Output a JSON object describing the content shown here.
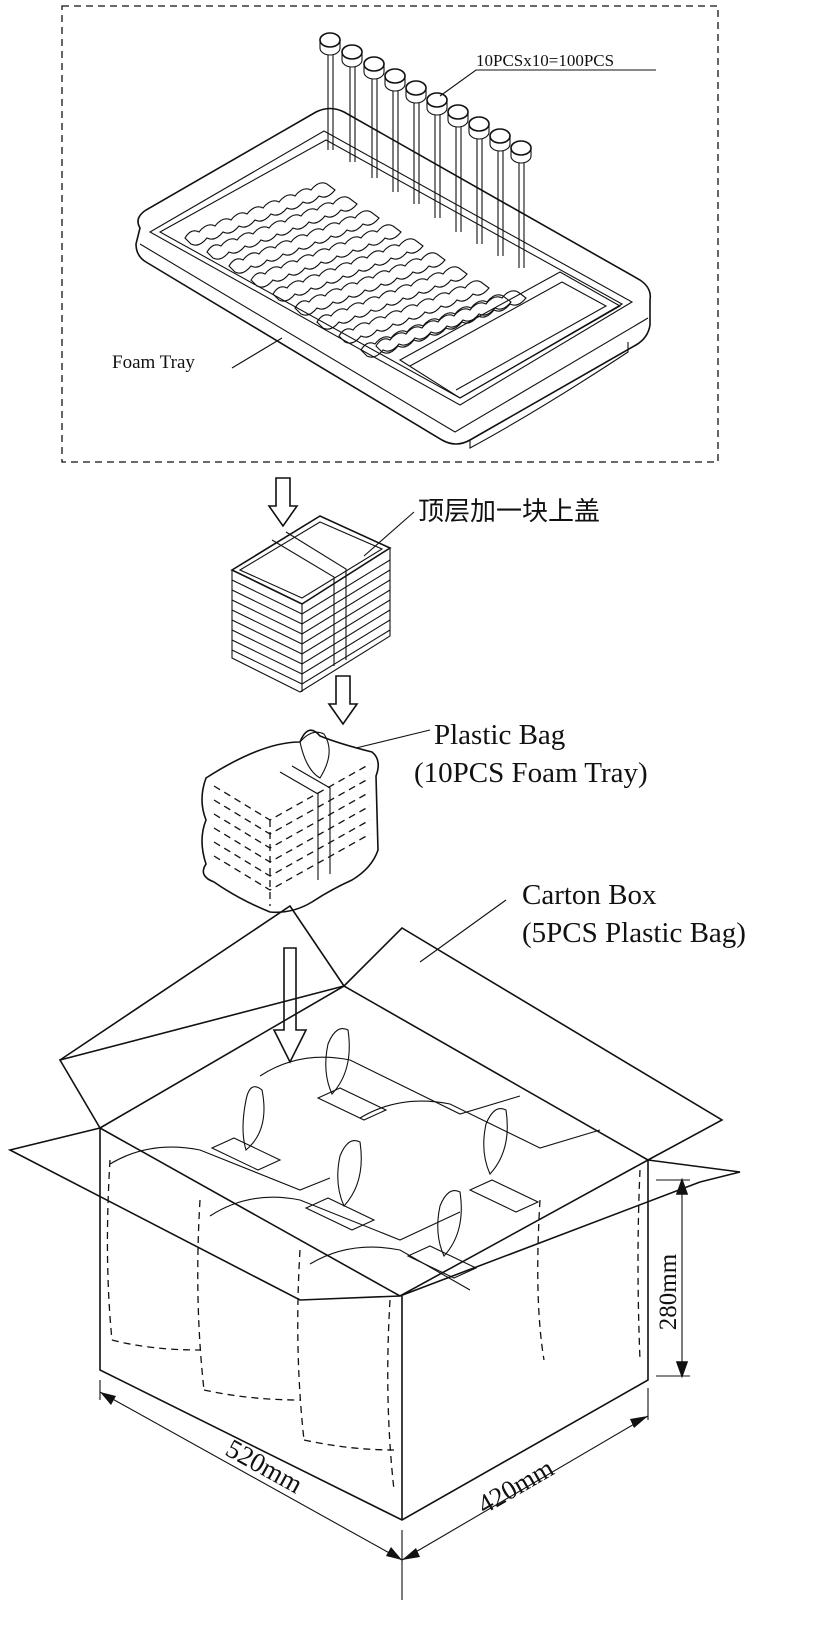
{
  "labels": {
    "qty": "10PCSx10=100PCS",
    "foam_tray": "Foam Tray",
    "top_cover": "顶层加一块上盖",
    "bag_line1": "Plastic Bag",
    "bag_line2": "(10PCS Foam Tray)",
    "carton_line1": "Carton Box",
    "carton_line2": "(5PCS Plastic Bag)",
    "dim_height": "280mm",
    "dim_length": "520mm",
    "dim_width": "420mm"
  },
  "colors": {
    "line": "#111111",
    "background": "#ffffff"
  }
}
